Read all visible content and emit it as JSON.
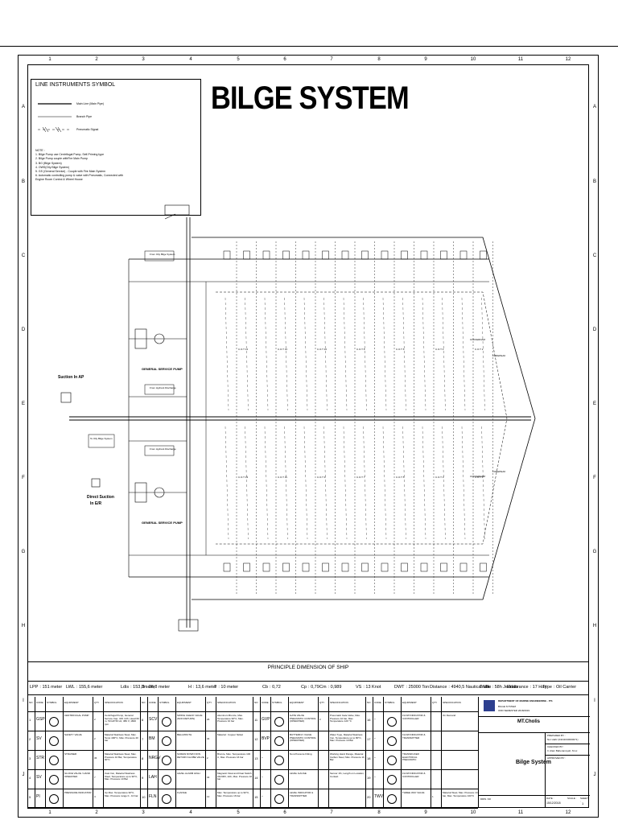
{
  "title": "BILGE SYSTEM",
  "col_numbers": [
    "1",
    "2",
    "3",
    "4",
    "5",
    "6",
    "7",
    "8",
    "9",
    "10",
    "11",
    "12"
  ],
  "row_letters": [
    "A",
    "B",
    "C",
    "D",
    "E",
    "F",
    "G",
    "H",
    "I",
    "J"
  ],
  "legend": {
    "title": "LINE INSTRUMENTS SYMBOL",
    "main_line": "Main Line (Main Pipe)",
    "branch": "Branch Pipe",
    "pneumatic": "Pneumatic Signal",
    "note_head": "NOTE :",
    "notes": [
      "1.   Bilge Pump use Centrifugal Pump, Self-Priming type",
      "2.   Bilge Pump couple withFire Main Pump",
      "3.   BG (Bilge System)",
      "4.   OWS(Oily Bilge System)",
      "5.   GS (General Service) - Couple with Fire Main System",
      "6.   Automatic controlling pump & valve with Pneumatic, Connected with",
      "      Engine Room Control & Wheel House"
    ]
  },
  "diagram": {
    "suction_ap": "Suction In AP",
    "direct_suction_1": "Direct Suction",
    "direct_suction_2": "In E/R",
    "gsp_label_upper": "GENERAL SERVICE PUMP",
    "gsp_label_lower": "GENERAL SERVICE PUMP",
    "from_ows_upper": "From Oily Bilge System",
    "from_hydrant_1": "From Hydrant Discharge",
    "from_hydrant_2": "From Hydrant Discharge",
    "to_ows": "To Oily Bilge System",
    "fore_peak_1": "FOREPEAK",
    "fore_peak_2": "FOREPEAK",
    "cofferdam_1": "COFFERDAM",
    "cofferdam_2": "COFFERDAM",
    "cargo_upper": [
      "C.O.T 14",
      "C.O.T 12",
      "C.O.T 10",
      "C.O.T 8",
      "C.O.T 6",
      "C.O.T 4",
      "C.O.T 2"
    ],
    "cargo_lower": [
      "C.O.T 13",
      "C.O.T 11",
      "C.O.T 9",
      "C.O.T 7",
      "C.O.T 5",
      "C.O.T 3",
      "C.O.T 1"
    ]
  },
  "principle": {
    "title": "PRINCIPLE DIMENSION OF SHIP",
    "items": [
      {
        "k": "LPP",
        "v": ": 151 meter"
      },
      {
        "k": "LWL",
        "v": ": 155,6 meter"
      },
      {
        "k": "Ldis",
        "v": ": 153,3meter"
      },
      {
        "k": "B",
        "v": ": 26,8 meter"
      },
      {
        "k": "H",
        "v": ": 13,6 meter"
      },
      {
        "k": "T",
        "v": ": 10 meter"
      },
      {
        "k": "Cb",
        "v": ": 0,72"
      },
      {
        "k": "Cp",
        "v": ": 0,79"
      },
      {
        "k": "Cm",
        "v": ": 0,989"
      },
      {
        "k": "VS",
        "v": ": 13 Knot"
      },
      {
        "k": "DWT",
        "v": ": 25000 Ton"
      },
      {
        "k": "Distance",
        "v": ": 4940,5 Nautical Mile"
      },
      {
        "k": "Trafic",
        "v": ": 58h Jeddah"
      },
      {
        "k": "Endurance",
        "v": ": 17 Hari"
      },
      {
        "k": "Type",
        "v": ": Oil Carrier"
      }
    ]
  },
  "symbol_table": {
    "headers": [
      "NO",
      "CODE",
      "SYMBOL",
      "EQUIPMENT",
      "QTY",
      "SPECIFICATION"
    ],
    "rows": [
      {
        "no": "1",
        "code": "GSP",
        "equip": "CENTRIFUGAL PUMP",
        "qty": "2",
        "spec": "Centrifugal Pump, General Service Cap. 315 m³/h, Head 60 m, 50 kW 50 Hz, 380 V, 1800 rpm",
        "no2": "6",
        "code2": "SCV",
        "equip2": "SWING CHECK VALVE (NON RETURN)",
        "qty2": "26",
        "spec2": "Aluminum Bronze, Max. Temperature 90°C, Max. Pressure 10 bar",
        "no3": "11",
        "code3": "GVP",
        "equip3": "GATE VALVE PNEUMATIC CONTROL (OPERATED)",
        "qty3": "2",
        "spec3": "Pneumatic Gate Valve, Max. Pressure 10 bar, Max. Temperature 120 °C",
        "no4": "16",
        "code4": "-",
        "equip4": "FLOW INDICATOR & CONTROLLER",
        "qty4": "",
        "spec4": "On Demand"
      },
      {
        "no": "2",
        "code": "SV",
        "equip": "SAFETY VALVE",
        "qty": "2",
        "spec": "Material Stainless Steel, Max. Temp 400°C, Max. Pressure 40 bar",
        "no2": "7",
        "code2": "BM",
        "equip2": "BELLMOUTH",
        "qty2": "34",
        "spec2": "Material : Copper Nickel",
        "no3": "12",
        "code3": "BVP",
        "equip3": "BUTTERFLY VALVE PNEUMATIC CONTROL (OPERATED)",
        "qty3": "",
        "spec3": "Water Type, Material Stainless Iron, Temperature up to 80°C, Max. Pressure 10 Bar",
        "no4": "17",
        "code4": "-",
        "equip4": "FLOW INDICATOR & TRANSMITTER",
        "qty4": "",
        "spec4": ""
      },
      {
        "no": "3",
        "code": "STR",
        "equip": "STRAINER",
        "qty": "36",
        "spec": "Material Stainless Steel, Max. Pressure 10 Bar, Temperature 90°C",
        "no2": "8",
        "code2": "NRGV",
        "equip2": "SCREW DOWN NON RETURN GLOBE VALVE",
        "qty2": "2",
        "spec2": "Bronze, Max. Temperature 100 C, Max. Pressure 16 bar",
        "no3": "13",
        "code3": "-",
        "equip3": "Non-Pressure Fitting",
        "qty3": "",
        "spec3": "Working Hand Flange, Material Carbon Steel, Max. Pressure 10 Bar",
        "no4": "18",
        "code4": "-",
        "equip4": "TRANSDUCER ELECTRICAL PNEUMATIC",
        "qty4": "",
        "spec4": ""
      },
      {
        "no": "4",
        "code": "SV",
        "equip": "SLUICE VALVE / HAND OPERATED",
        "qty": "7",
        "spec": "Cast Iron, Material Stainless Steel, Temperature up to 90°C, Max. Pressure 10 Bar",
        "no2": "9",
        "code2": "LAH",
        "equip2": "LEVEL ALARM HIGH",
        "qty2": "34",
        "spec2": "Magnetic Float and Float Switch, 24/230V, 4Ah, Max. Pressure 10 bar",
        "no3": "14",
        "code3": "-",
        "equip3": "LEVEL GAUGE",
        "qty3": "",
        "spec3": "Sensor 1%, Length on Location, Contact",
        "no4": "19",
        "code4": "-",
        "equip4": "FLOW INDICATOR & CONTROLLER",
        "qty4": "",
        "spec4": ""
      },
      {
        "no": "5",
        "code": "PI",
        "equip": "PRESSURE INDICATOR",
        "qty": "4",
        "spec": "Up Max. Temperature 90°C, Max. Pressure range 0 - 10 bar",
        "no2": "10",
        "code2": "FLN",
        "equip2": "FLANGE",
        "qty2": "12",
        "spec2": "Max. Temperature up to 90°C, Max. Pressure 16 bar",
        "no3": "15",
        "code3": "-",
        "equip3": "LEVEL INDICATOR & TRANSMITTER",
        "qty3": "",
        "spec3": "",
        "no4": "20",
        "code4": "TWV",
        "equip4": "THREE WAY VALVE",
        "qty4": "1",
        "spec4": "Material Steel, Max. Pressure 10 bar, Max. Temperature 100°C"
      }
    ]
  },
  "title_block": {
    "dept": "DEPARTMENT OF MARINE ENGINEERING - ITS",
    "sub1": "BILGE SYSTEM",
    "sub2": "ODD SEMESTER 2018/2019",
    "ship": "MT.Cholis",
    "sheet_name": "Bilge System",
    "prepared": "PREPARED BY :",
    "prepared_name": "Nur Hafiz (04211640000071)",
    "checked": "CHECKED BY :",
    "checked_name": "Ir. Alam Baheramsyah, M.sc",
    "approved": "APPROVED BY :",
    "date_lbl": "DATE :",
    "date": "15/12/2018",
    "scale_lbl": "SCALE :",
    "sheet_lbl": "SHEET :",
    "sheet": "1",
    "drw": "DRW. NO"
  },
  "colors": {
    "line": "#000000",
    "dash": "#333333"
  }
}
